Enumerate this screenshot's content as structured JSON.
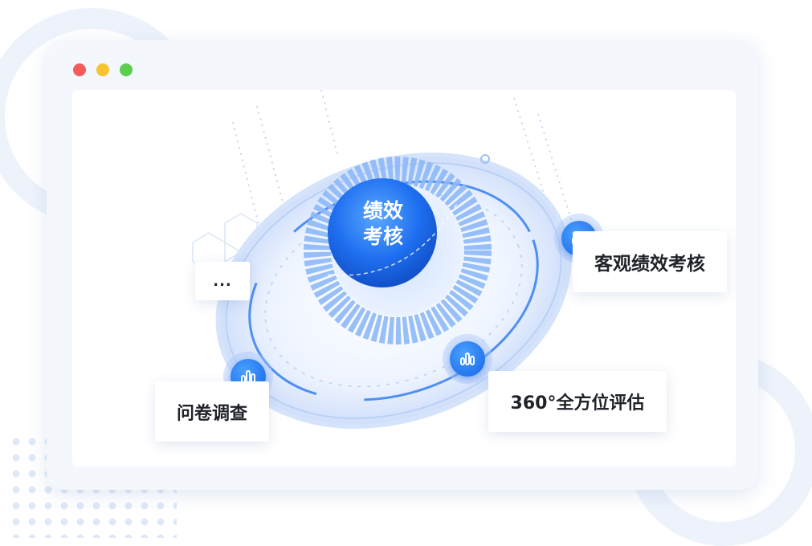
{
  "core": {
    "line1": "绩效",
    "line2": "考核"
  },
  "methods": [
    {
      "label": "客观绩效考核",
      "icon": "bar-chart-icon"
    },
    {
      "label": "360°全方位评估",
      "icon": "bar-chart-icon"
    },
    {
      "label": "问卷调查",
      "icon": "bar-chart-icon"
    }
  ],
  "more_label": "...",
  "colors": {
    "accent": "#1a6cf0",
    "window_bg": "#f4f7fc",
    "traffic_red": "#f45b5b",
    "traffic_yellow": "#f7c531",
    "traffic_green": "#5dcd4d"
  }
}
